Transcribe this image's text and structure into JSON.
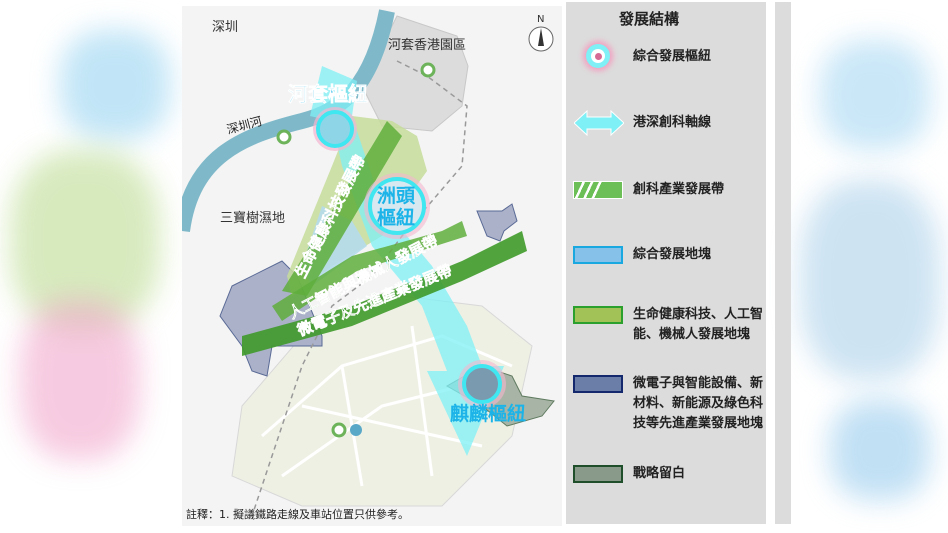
{
  "map": {
    "place_labels": {
      "shenzhen": "深圳",
      "loop_park": "河套香港園區",
      "shenzhen_river": "深圳河",
      "san_tin_wetland": "三寶樹濕地"
    },
    "compass": "N",
    "hubs": {
      "loop_hub": "河套樞紐",
      "chau_tau_hub_line1": "洲頭",
      "chau_tau_hub_line2": "樞紐",
      "ngau_tam_mei_hub": "麒麟樞紐"
    },
    "belts": {
      "life_health": "生命健康科技發展帶",
      "ai_robotics": "人工智能與機械人發展帶",
      "microelectronics": "微電子及先進產業發展帶"
    },
    "note": "註釋：1. 擬議鐵路走線及車站位置只供參考。"
  },
  "legend": {
    "title": "發展結構",
    "items": [
      {
        "icon": "hub-ring-icon",
        "label": "綜合發展樞紐"
      },
      {
        "icon": "double-arrow-icon",
        "label": "港深創科軸線"
      },
      {
        "icon": "hatched-green-band-icon",
        "label": "創科產業發展帶"
      },
      {
        "icon": "blue-swatch-icon",
        "label": "綜合發展地塊",
        "color": "#85c1e9"
      },
      {
        "icon": "lime-swatch-icon",
        "label": "生命健康科技、人工智能、機械人發展地塊",
        "color": "#a2c257"
      },
      {
        "icon": "navy-swatch-icon",
        "label": "微電子與智能設備、新材料、新能源及綠色科技等先進產業發展地塊",
        "color": "#6a7ea8"
      },
      {
        "icon": "gray-green-swatch-icon",
        "label": "戰略留白",
        "color": "#8a9a8a"
      }
    ]
  },
  "colors": {
    "hub_text": "#1cb4e8",
    "belt_text": "#1a7a1a",
    "axis": "#7ff0f5",
    "river": "#7fb9c9"
  }
}
